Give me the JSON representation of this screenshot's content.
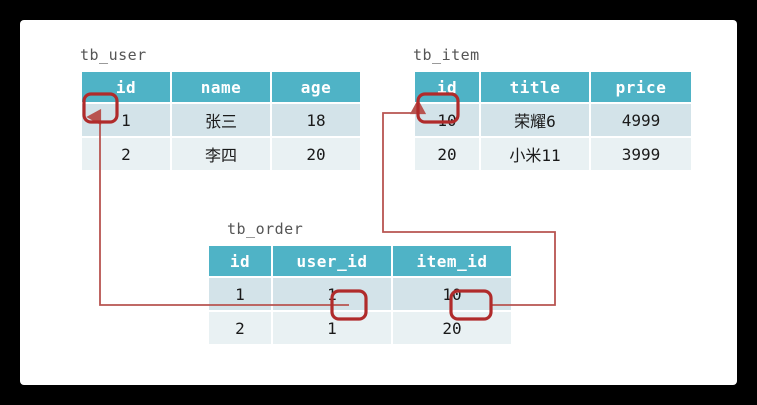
{
  "canvas": {
    "background": "#ffffff",
    "frame_color": "#000000"
  },
  "theme": {
    "header_bg": "#4fb3c6",
    "header_text": "#ffffff",
    "row_odd_bg": "#d3e3e9",
    "row_even_bg": "#e9f1f3",
    "cell_text": "#1a1a1a",
    "title_text": "#555555",
    "highlight_stroke": "#b02b2b",
    "connector_stroke": "#b85450"
  },
  "tables": {
    "user": {
      "title": "tb_user",
      "columns": [
        "id",
        "name",
        "age"
      ],
      "rows": [
        [
          "1",
          "张三",
          "18"
        ],
        [
          "2",
          "李四",
          "20"
        ]
      ]
    },
    "item": {
      "title": "tb_item",
      "columns": [
        "id",
        "title",
        "price"
      ],
      "rows": [
        [
          "10",
          "荣耀6",
          "4999"
        ],
        [
          "20",
          "小米11",
          "3999"
        ]
      ]
    },
    "order": {
      "title": "tb_order",
      "columns": [
        "id",
        "user_id",
        "item_id"
      ],
      "rows": [
        [
          "1",
          "1",
          "10"
        ],
        [
          "2",
          "1",
          "20"
        ]
      ]
    }
  },
  "highlights": [
    {
      "name": "user-id-1",
      "value": "1"
    },
    {
      "name": "item-id-10",
      "value": "10"
    },
    {
      "name": "order-user-id-1",
      "value": "1"
    },
    {
      "name": "order-item-id-10",
      "value": "10"
    }
  ],
  "relations": [
    {
      "name": "order-user-id-to-user-id",
      "from": "tb_order.user_id = 1",
      "to": "tb_user.id = 1"
    },
    {
      "name": "order-item-id-to-item-id",
      "from": "tb_order.item_id = 10",
      "to": "tb_item.id = 10"
    }
  ]
}
